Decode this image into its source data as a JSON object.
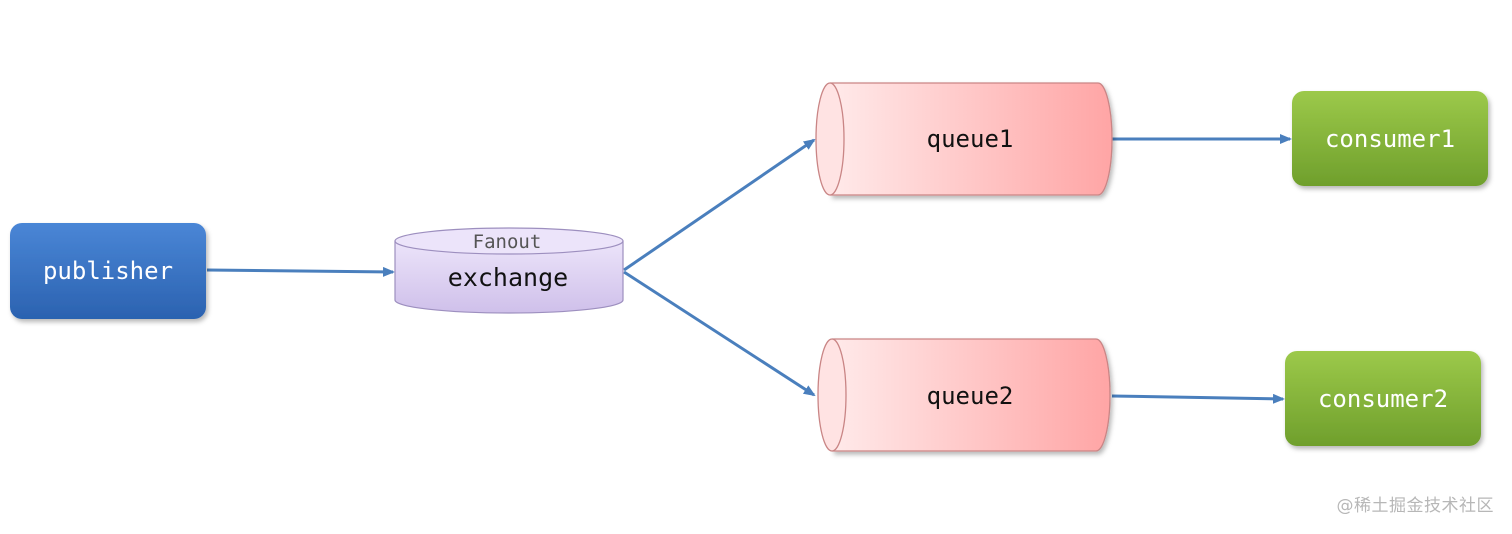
{
  "nodes": {
    "publisher": {
      "label": "publisher"
    },
    "exchange": {
      "type_label": "Fanout",
      "label": "exchange"
    },
    "queue1": {
      "label": "queue1"
    },
    "queue2": {
      "label": "queue2"
    },
    "consumer1": {
      "label": "consumer1"
    },
    "consumer2": {
      "label": "consumer2"
    }
  },
  "watermark": "@稀土掘金技术社区",
  "colors": {
    "publisher": "#3a74c4",
    "exchange": "#d9cdf0",
    "queue": "#ffb3b3",
    "consumer": "#86b93a",
    "arrow": "#4a7fbd"
  }
}
